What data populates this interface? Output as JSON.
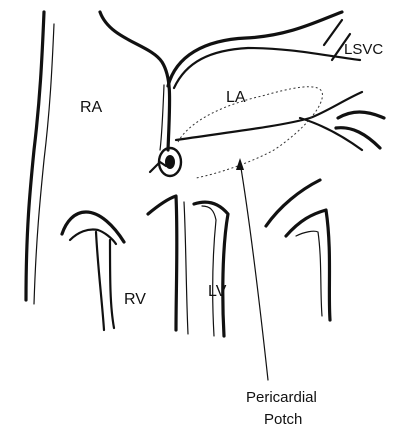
{
  "labels": {
    "ra": "RA",
    "la": "LA",
    "lsvc": "LSVC",
    "rv": "RV",
    "lv": "LV",
    "patch_line1": "Pericardial",
    "patch_line2": "Potch"
  }
}
